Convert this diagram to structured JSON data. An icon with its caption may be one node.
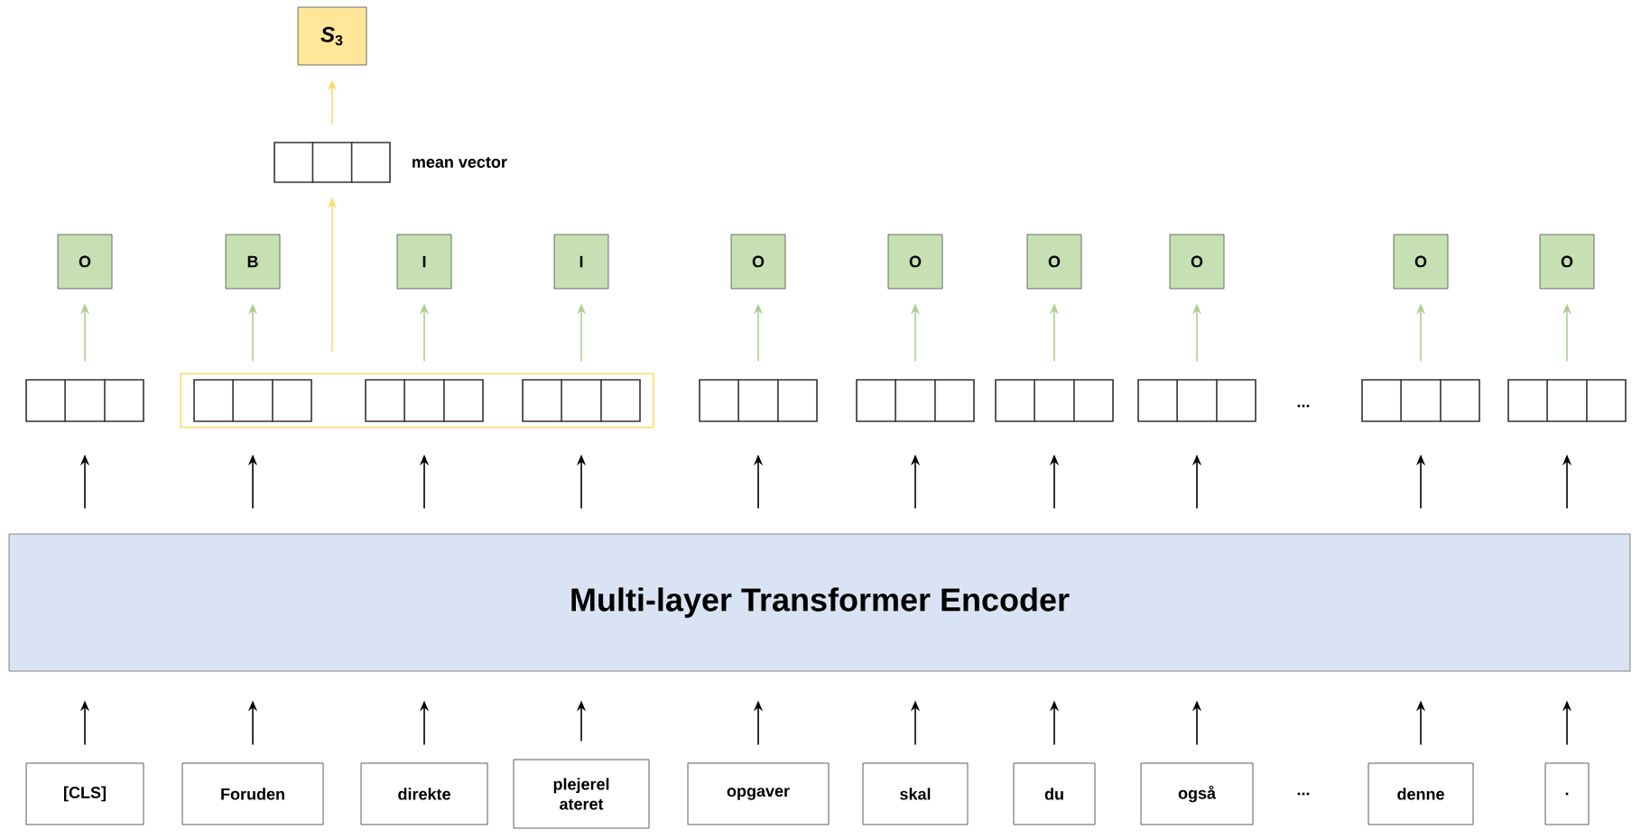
{
  "diagram": {
    "nodes": [
      {
        "text": [
          "*S*$_{3}$"
        ]
      },
      {
        "text": [],
        "shape": "box",
        "beside": [
          "mean vector"
        ]
      },
      {
        "text": [
          "O"
        ]
      },
      {
        "text": [
          "B"
        ]
      },
      {
        "text": [
          "I"
        ]
      },
      {
        "text": [
          "I"
        ]
      },
      {
        "text": [
          "O"
        ]
      },
      {
        "text": [
          "O"
        ]
      },
      {
        "text": [
          "O"
        ]
      },
      {
        "text": [
          "O"
        ]
      },
      {
        "text": [
          "O"
        ]
      },
      {
        "text": [
          "O"
        ]
      },
      {
        "text": [],
        "shape": "box"
      },
      {
        "text": [],
        "shape": "box"
      },
      {
        "text": [],
        "shape": "box",
        "in": 12
      },
      {
        "text": [],
        "shape": "box",
        "in": 12
      },
      {
        "text": [],
        "shape": "box",
        "in": 12
      },
      {
        "text": [],
        "shape": "box"
      },
      {
        "text": [],
        "shape": "box"
      },
      {
        "text": [],
        "shape": "box"
      },
      {
        "text": [],
        "shape": "box"
      },
      {
        "text": [],
        "shape": "box"
      },
      {
        "text": [],
        "shape": "box"
      },
      {
        "text": [
          "Multi-layer Transformer Encoder"
        ]
      },
      {
        "text": [
          "[CLS]"
        ]
      },
      {
        "text": [
          "Foruden"
        ]
      },
      {
        "text": [
          "direkte"
        ]
      },
      {
        "text": [
          "plejerel ateret"
        ]
      },
      {
        "text": [
          "opgaver"
        ]
      },
      {
        "text": [
          "skal"
        ]
      },
      {
        "text": [
          "du"
        ]
      },
      {
        "text": [
          "også"
        ]
      },
      {
        "text": [
          "denne"
        ]
      },
      {
        "text": [
          "."
        ]
      }
    ],
    "edges": [
      {
        "from": 13,
        "to": 2,
        "arrow": "to",
        "color": "#a9d18e"
      },
      {
        "from": 14,
        "to": 3,
        "arrow": "to",
        "color": "#a9d18e"
      },
      {
        "from": 15,
        "to": 4,
        "arrow": "to",
        "color": "#a9d18e"
      },
      {
        "from": 16,
        "to": 5,
        "arrow": "to",
        "color": "#a9d18e"
      },
      {
        "from": 17,
        "to": 6,
        "arrow": "to",
        "color": "#a9d18e"
      },
      {
        "from": 18,
        "to": 7,
        "arrow": "to",
        "color": "#a9d18e"
      },
      {
        "from": 19,
        "to": 8,
        "arrow": "to",
        "color": "#a9d18e"
      },
      {
        "from": 20,
        "to": 9,
        "arrow": "to",
        "color": "#a9d18e"
      },
      {
        "from": 21,
        "to": 10,
        "arrow": "to",
        "color": "#a9d18e"
      },
      {
        "from": 22,
        "to": 11,
        "arrow": "to",
        "color": "#a9d18e"
      },
      {
        "from": 12,
        "to": 1,
        "arrow": "to",
        "color": "#ffd966"
      },
      {
        "from": 1,
        "to": 0,
        "arrow": "to",
        "color": "#ffd966"
      },
      {
        "from": 23,
        "to": 13,
        "arrow": "to"
      },
      {
        "from": 23,
        "to": 14,
        "arrow": "to"
      },
      {
        "from": 23,
        "to": 15,
        "arrow": "to"
      },
      {
        "from": 23,
        "to": 16,
        "arrow": "to"
      },
      {
        "from": 23,
        "to": 17,
        "arrow": "to"
      },
      {
        "from": 23,
        "to": 18,
        "arrow": "to"
      },
      {
        "from": 23,
        "to": 19,
        "arrow": "to"
      },
      {
        "from": 23,
        "to": 20,
        "arrow": "to"
      },
      {
        "from": 23,
        "to": 21,
        "arrow": "to"
      },
      {
        "from": 23,
        "to": 22,
        "arrow": "to"
      },
      {
        "from": 24,
        "to": 23,
        "arrow": "to"
      },
      {
        "from": 25,
        "to": 23,
        "arrow": "to"
      },
      {
        "from": 26,
        "to": 23,
        "arrow": "to"
      },
      {
        "from": 27,
        "to": 23,
        "arrow": "to"
      },
      {
        "from": 28,
        "to": 23,
        "arrow": "to"
      },
      {
        "from": 29,
        "to": 23,
        "arrow": "to"
      },
      {
        "from": 30,
        "to": 23,
        "arrow": "to"
      },
      {
        "from": 31,
        "to": 23,
        "arrow": "to"
      },
      {
        "from": 32,
        "to": 23,
        "arrow": "to"
      },
      {
        "from": 33,
        "to": 23,
        "arrow": "to"
      }
    ],
    "labels": [
      "...",
      "..."
    ]
  }
}
